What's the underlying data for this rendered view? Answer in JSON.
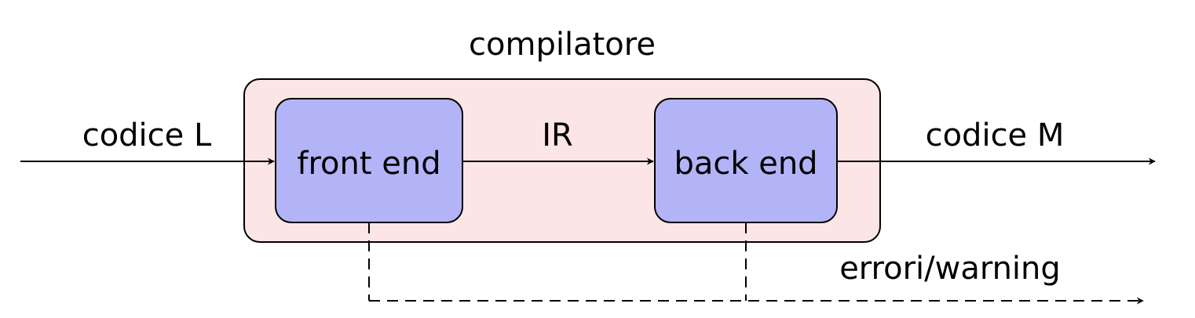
{
  "diagram": {
    "container": {
      "label": "compilatore",
      "fill": "#fbe5e5"
    },
    "stages": [
      {
        "label": "front end",
        "fill": "#b3b3f8"
      },
      {
        "label": "back end",
        "fill": "#b3b3f8"
      }
    ],
    "edges": {
      "input": "codice L",
      "intermediate": "IR",
      "output": "codice M",
      "diagnostics": "errori/warning"
    },
    "colors": {
      "stroke": "#000000",
      "container_fill": "#fbe5e5",
      "stage_fill": "#b3b3f8"
    }
  }
}
